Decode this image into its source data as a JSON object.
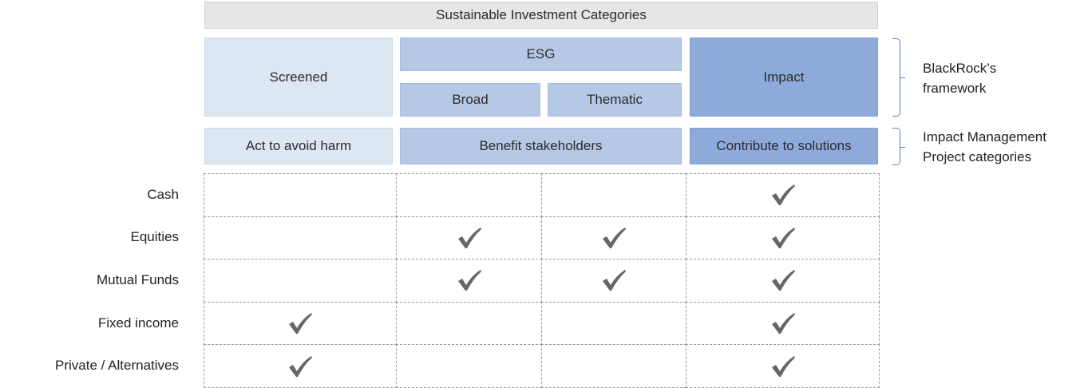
{
  "title": "Sustainable Investment Categories",
  "framework": {
    "screened": "Screened",
    "esg": "ESG",
    "broad": "Broad",
    "thematic": "Thematic",
    "impact": "Impact"
  },
  "imp_categories": {
    "avoid_harm": "Act to avoid harm",
    "benefit": "Benefit stakeholders",
    "contribute": "Contribute to solutions"
  },
  "side_labels": {
    "framework": [
      "BlackRock’s",
      "framework"
    ],
    "imp": [
      "Impact Management",
      "Project categories"
    ]
  },
  "columns": [
    "Screened",
    "Broad",
    "Thematic",
    "Impact"
  ],
  "rows": [
    {
      "label": "Cash",
      "checks": [
        false,
        false,
        false,
        true
      ]
    },
    {
      "label": "Equities",
      "checks": [
        false,
        true,
        true,
        true
      ]
    },
    {
      "label": "Mutual Funds",
      "checks": [
        false,
        true,
        true,
        true
      ]
    },
    {
      "label": "Fixed income",
      "checks": [
        true,
        false,
        false,
        true
      ]
    },
    {
      "label": "Private / Alternatives",
      "checks": [
        true,
        false,
        false,
        true
      ]
    }
  ],
  "colors": {
    "light": "#dde6f3",
    "mid": "#b5c8e6",
    "dark": "#8eaadb",
    "brace": "#5b7fc0",
    "check": "#666666"
  },
  "icons": {
    "check": "check-icon"
  }
}
